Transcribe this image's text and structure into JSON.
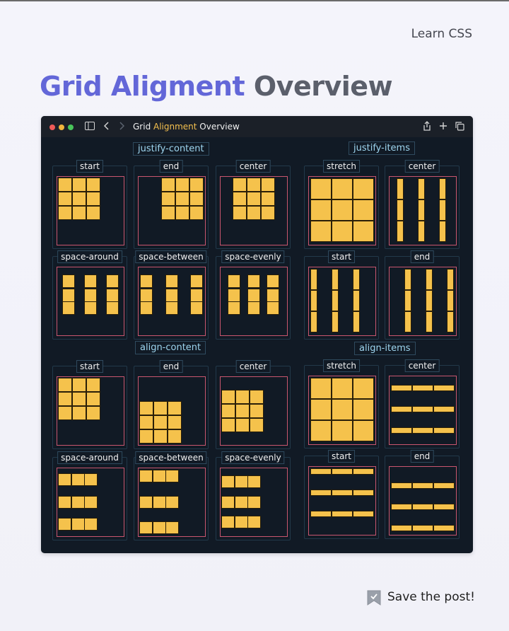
{
  "brand": "Learn CSS",
  "title": {
    "part1": "Grid Aligment",
    "part2": "Overview"
  },
  "window": {
    "title_prefix": "Grid ",
    "title_highlight": "Alignment",
    "title_suffix": " Overview",
    "icons": [
      "sidebar-icon",
      "back-icon",
      "forward-icon",
      "share-icon",
      "plus-icon",
      "copy-icon"
    ]
  },
  "sections": {
    "justify_content": "justify-content",
    "justify_items": "justify-items",
    "align_content": "align-content",
    "align_items": "align-items"
  },
  "cards": {
    "jc_start": "start",
    "jc_end": "end",
    "jc_center": "center",
    "jc_space_around": "space-around",
    "jc_space_between": "space-between",
    "jc_space_evenly": "space-evenly",
    "ji_stretch": "stretch",
    "ji_center": "center",
    "ji_start": "start",
    "ji_end": "end",
    "ac_start": "start",
    "ac_end": "end",
    "ac_center": "center",
    "ac_space_around": "space-around",
    "ac_space_between": "space-between",
    "ac_space_evenly": "space-evenly",
    "ai_stretch": "stretch",
    "ai_center": "center",
    "ai_start": "start",
    "ai_end": "end"
  },
  "footer": {
    "save_label": "Save the post!"
  },
  "colors": {
    "accent": "#6367d8",
    "cell": "#f5c24c",
    "frame": "#c9566f",
    "label_blue": "#9ed6f0",
    "window_bg": "#111a25",
    "highlight": "#f4c04e"
  }
}
